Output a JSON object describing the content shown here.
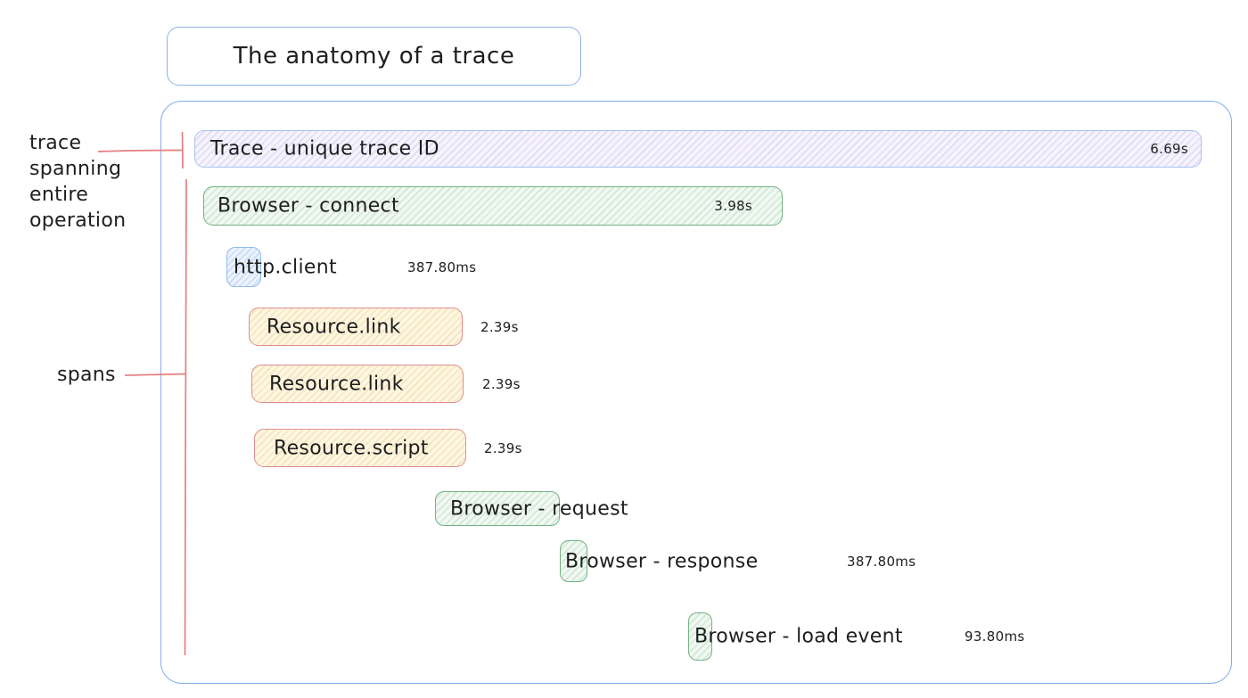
{
  "title": "The anatomy of a trace",
  "annotations": {
    "trace_label": "trace spanning entire operation",
    "spans_label": "spans"
  },
  "spans": {
    "trace": {
      "label": "Trace - unique trace ID",
      "duration": "6.69s"
    },
    "connect": {
      "label": "Browser - connect",
      "duration": "3.98s"
    },
    "http_client": {
      "label": "http.client",
      "duration": "387.80ms"
    },
    "resource_link_1": {
      "label": "Resource.link",
      "duration": "2.39s"
    },
    "resource_link_2": {
      "label": "Resource.link",
      "duration": "2.39s"
    },
    "resource_script": {
      "label": "Resource.script",
      "duration": "2.39s"
    },
    "request": {
      "label": "Browser - request"
    },
    "response": {
      "label": "Browser - response",
      "duration": "387.80ms"
    },
    "load_event": {
      "label": "Browser - load event",
      "duration": "93.80ms"
    }
  },
  "colors": {
    "frame_border": "#84a9ec",
    "trace_border": "#a9c3f0",
    "trace_fill": "#f6f3fd",
    "green_border": "#74b184",
    "green_fill": "#f0f8f1",
    "blue_border": "#8fbbed",
    "blue_fill": "#ecf3fd",
    "yellow_border": "#e18d8d",
    "yellow_fill": "#fdf6e1",
    "annotation_line": "#e57f7f",
    "text": "#1e1e1e"
  }
}
